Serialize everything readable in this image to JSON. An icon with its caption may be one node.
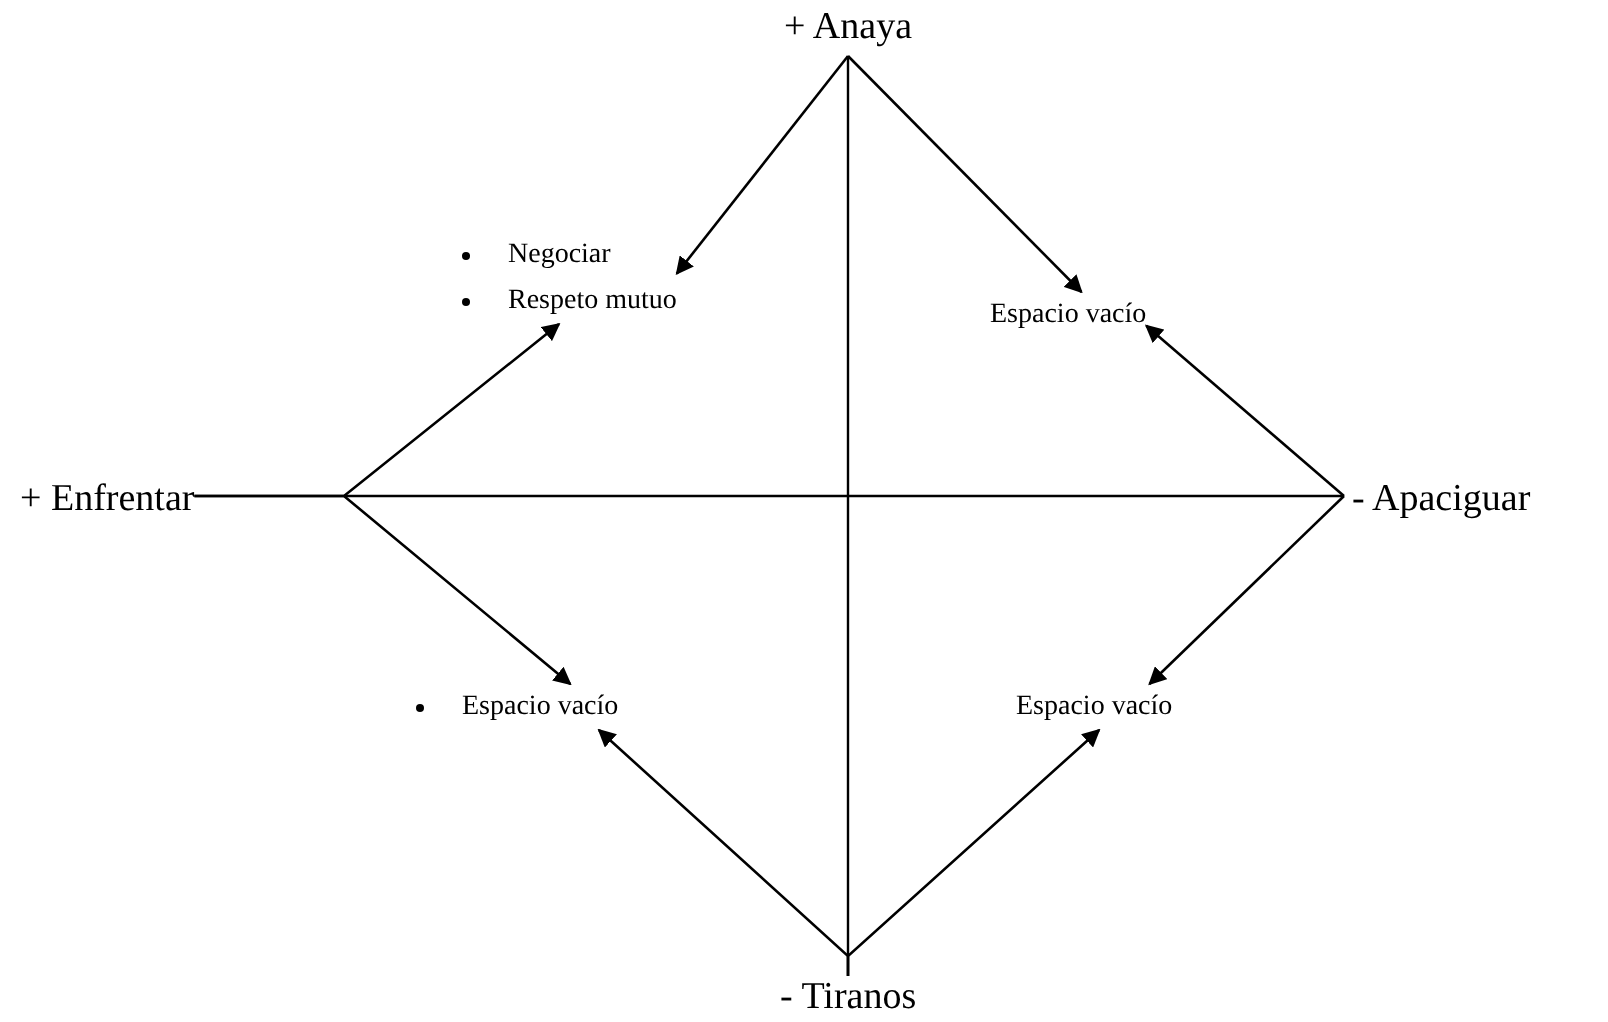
{
  "diagram": {
    "nodes": [
      {
        "text": [
          "+ Anaya"
        ]
      },
      {
        "text": [
          "Negociar",
          "Respeto mutuo"
        ]
      },
      {
        "text": [
          "Espacio vacío"
        ]
      },
      {
        "text": [
          "+ Enfrentar"
        ]
      },
      {
        "text": [
          "- Apaciguar"
        ]
      },
      {
        "text": [
          "Espacio vacío"
        ]
      },
      {
        "text": [
          "Espacio vacío"
        ]
      },
      {
        "text": [
          "- Tiranos"
        ]
      }
    ],
    "edges": [
      {
        "from": 0,
        "to": 1,
        "arrow": "to"
      },
      {
        "from": 0,
        "to": 2,
        "arrow": "to"
      },
      {
        "from": 3,
        "to": 1,
        "arrow": "to"
      },
      {
        "from": 3,
        "to": 5,
        "arrow": "to"
      },
      {
        "from": 4,
        "to": 2,
        "arrow": "to"
      },
      {
        "from": 4,
        "to": 6,
        "arrow": "to"
      },
      {
        "from": 7,
        "to": 5,
        "arrow": "to"
      },
      {
        "from": 7,
        "to": 6,
        "arrow": "to"
      }
    ]
  }
}
